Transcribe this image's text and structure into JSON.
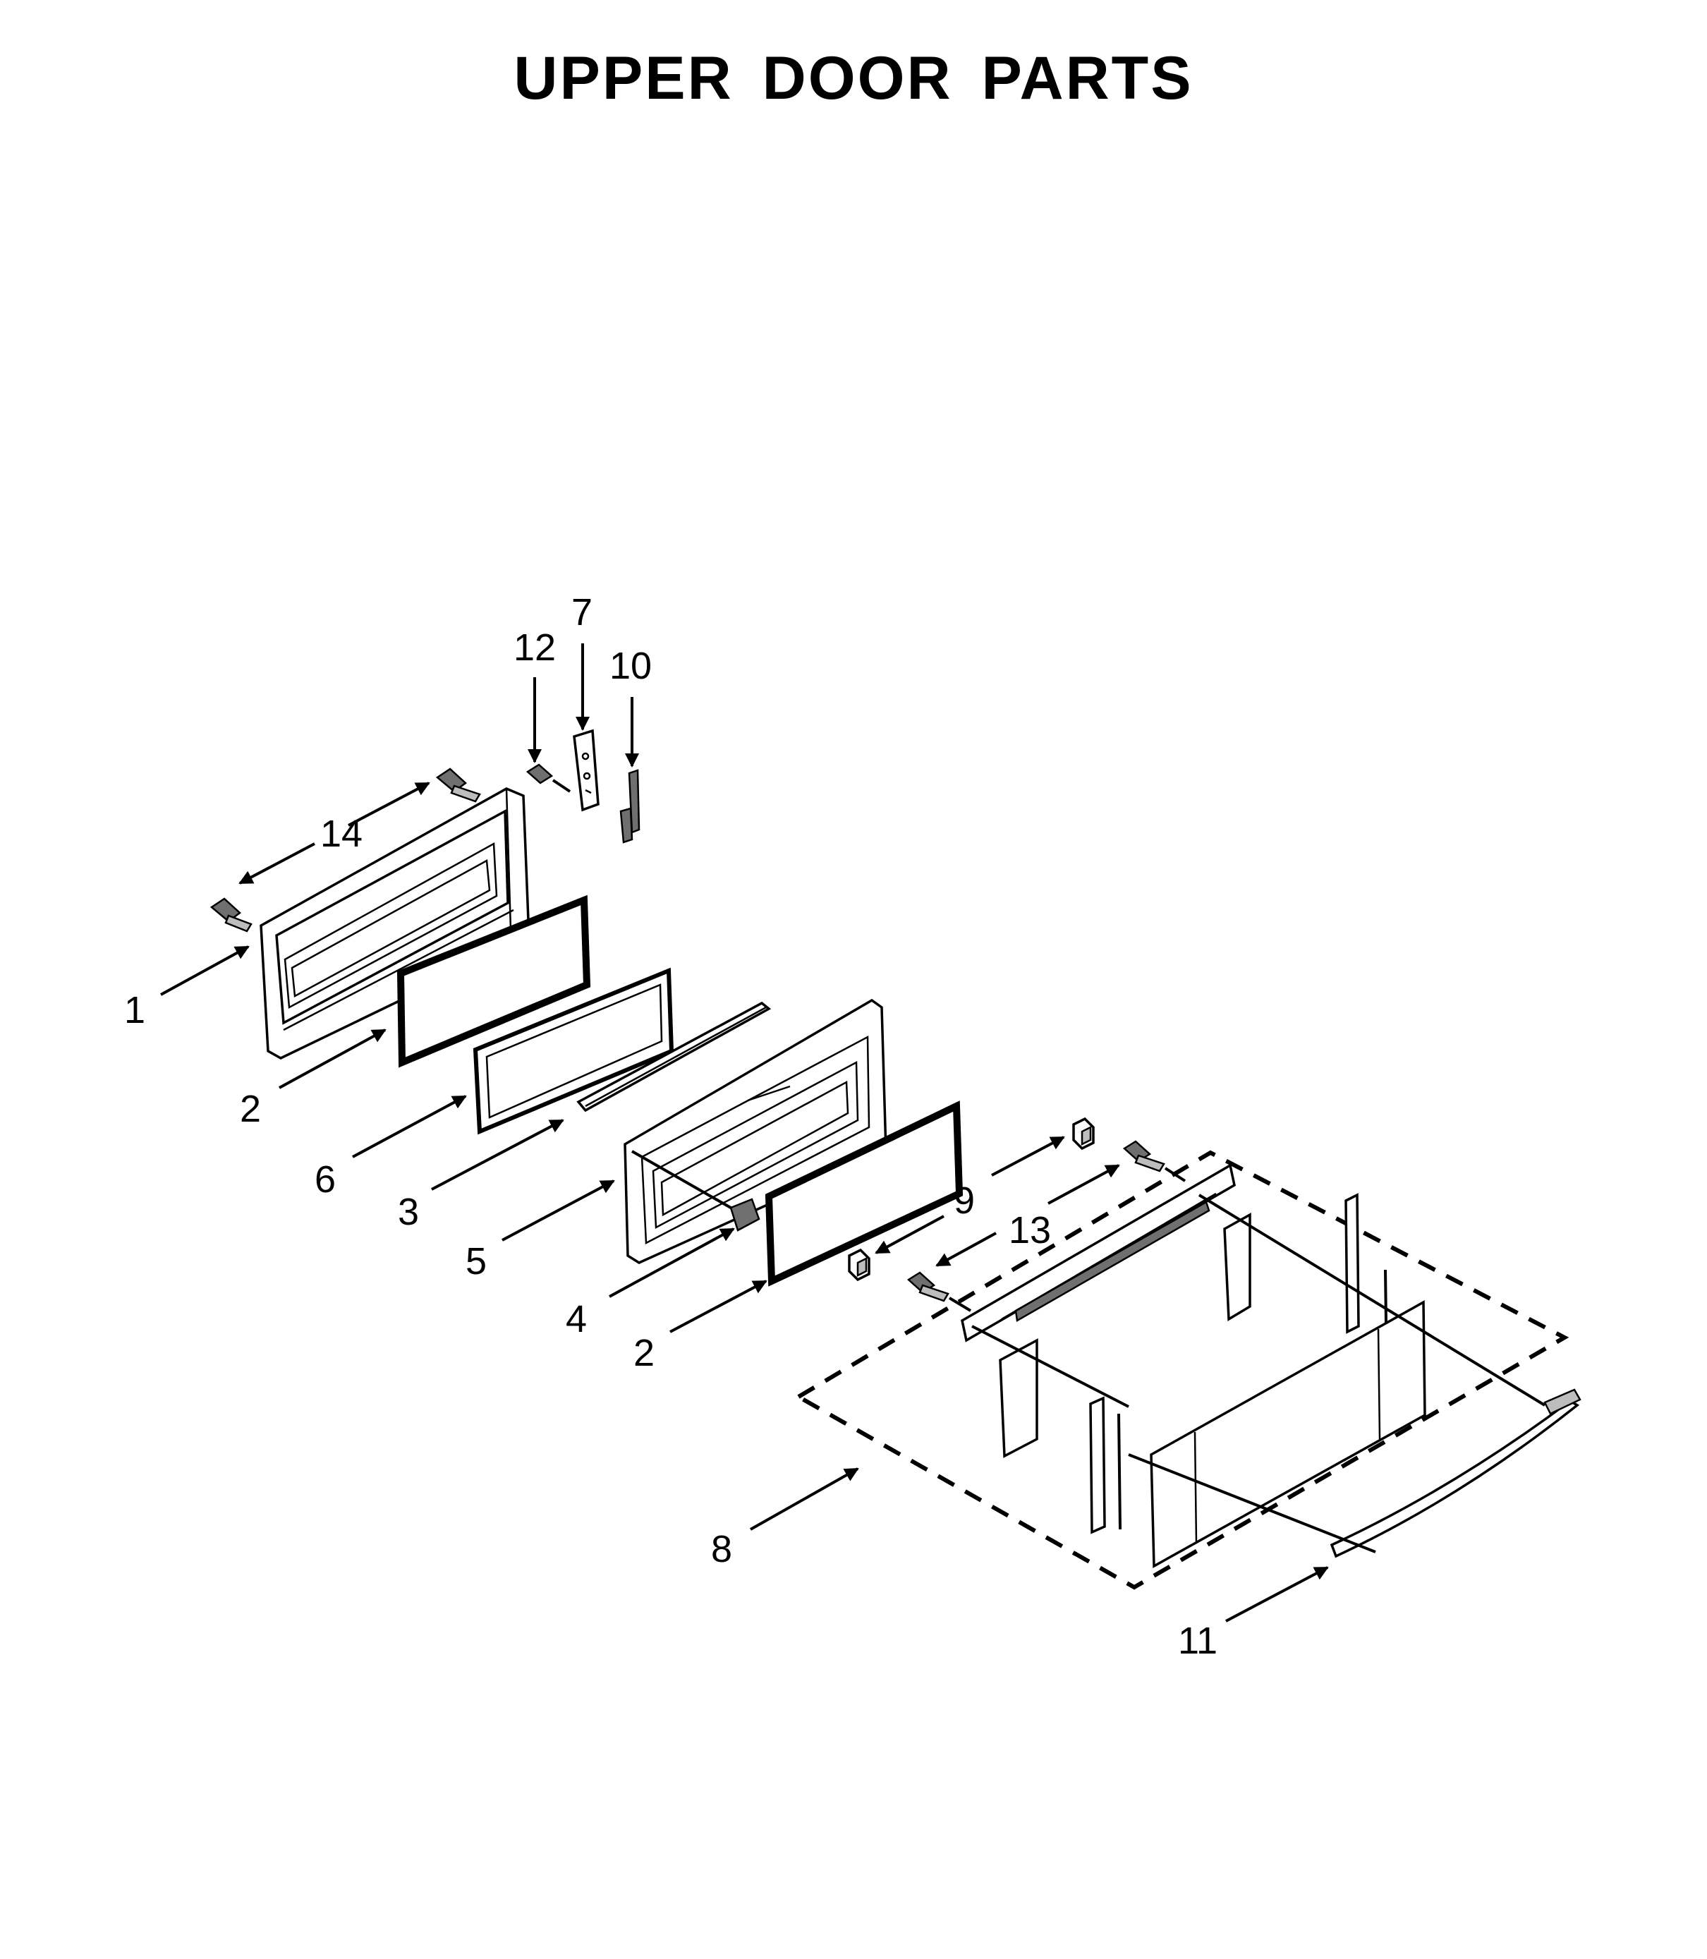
{
  "title": "UPPER DOOR PARTS",
  "callouts": [
    "1",
    "2",
    "6",
    "3",
    "5",
    "4",
    "2",
    "7",
    "12",
    "10",
    "14",
    "9",
    "13",
    "8",
    "11"
  ]
}
